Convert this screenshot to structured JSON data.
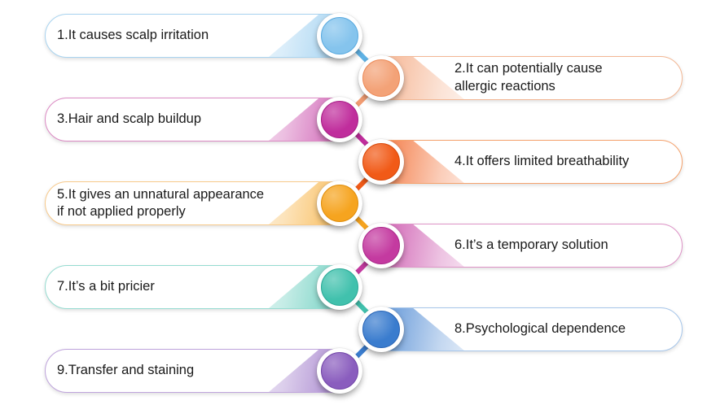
{
  "canvas": {
    "background_color": "#ffffff",
    "text_color": "#1a1a1a"
  },
  "items": [
    {
      "index": 1,
      "side": "left",
      "label": "1.It causes scalp irritation",
      "circle_color": "#85C4ED",
      "circle_rim": "#5BABE0",
      "pill_border": "#A9D4F0",
      "connector_color": "#5FB2E5"
    },
    {
      "index": 2,
      "side": "right",
      "label": "2.It can potentially cause\nallergic reactions",
      "circle_color": "#F3A277",
      "circle_rim": "#EC8B59",
      "pill_border": "#F3B794",
      "connector_color": "#F19C72"
    },
    {
      "index": 3,
      "side": "left",
      "label": "3.Hair and scalp buildup",
      "circle_color": "#C02D9C",
      "circle_rim": "#A81F87",
      "pill_border": "#DC8AC4",
      "connector_color": "#C02D9C"
    },
    {
      "index": 4,
      "side": "right",
      "label": "4.It offers limited breathability",
      "circle_color": "#F15A17",
      "circle_rim": "#D94A0B",
      "pill_border": "#F5A26D",
      "connector_color": "#F15A17"
    },
    {
      "index": 5,
      "side": "left",
      "label": "5.It gives an unnatural appearance\nif not applied properly",
      "circle_color": "#F6A41F",
      "circle_rim": "#E08E0B",
      "pill_border": "#F8CA8B",
      "connector_color": "#F6A41F"
    },
    {
      "index": 6,
      "side": "right",
      "label": "6.It’s a temporary solution",
      "circle_color": "#C43AA0",
      "circle_rim": "#AC2A8C",
      "pill_border": "#DE93C7",
      "connector_color": "#C43AA0"
    },
    {
      "index": 7,
      "side": "left",
      "label": "7.It’s a bit pricier",
      "circle_color": "#41C1AD",
      "circle_rim": "#2BAA97",
      "pill_border": "#96DCD1",
      "connector_color": "#41C1AD"
    },
    {
      "index": 8,
      "side": "right",
      "label": "8.Psychological dependence",
      "circle_color": "#3A7CCE",
      "circle_rim": "#2B67B8",
      "pill_border": "#A6C6EA",
      "connector_color": "#3A7CCE"
    },
    {
      "index": 9,
      "side": "left",
      "label": "9.Transfer and staining",
      "circle_color": "#8A5DBE",
      "circle_rim": "#7347A8",
      "pill_border": "#BFA4DC",
      "connector_color": "#8A5DBE"
    }
  ]
}
